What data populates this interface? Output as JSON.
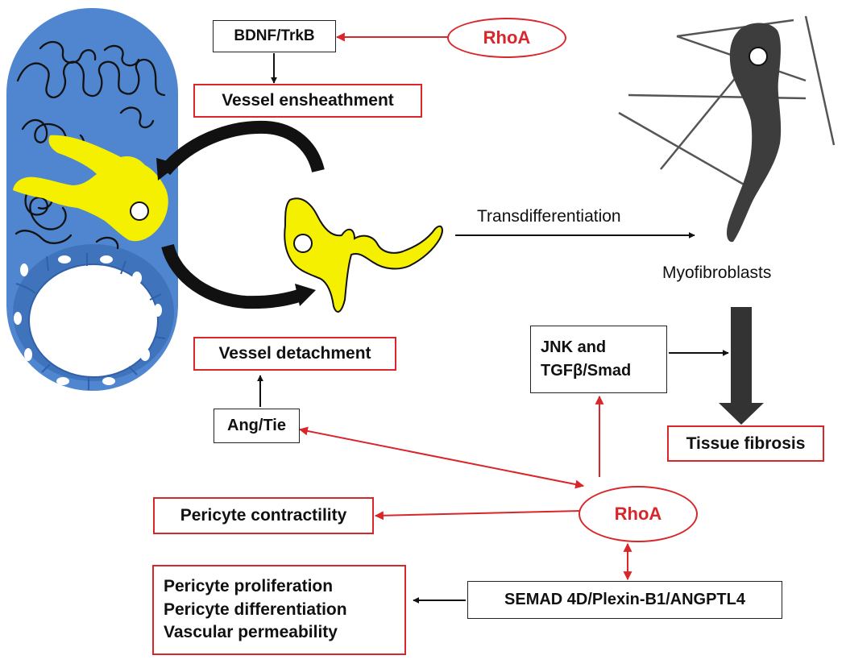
{
  "boxes": {
    "bdnf": "BDNF/TrkB",
    "vessel_ensheathment": "Vessel ensheathment",
    "vessel_detachment": "Vessel detachment",
    "ang_tie": "Ang/Tie",
    "jnk_line1": "JNK and",
    "jnk_line2": "TGFβ/Smad",
    "tissue_fibrosis": "Tissue fibrosis",
    "pericyte_contractility": "Pericyte contractility",
    "outcomes": [
      "Pericyte proliferation",
      "Pericyte differentiation",
      "Vascular permeability"
    ],
    "semad": "SEMAD 4D/Plexin-B1/ANGPTL4"
  },
  "nodes": {
    "rhoa_top": "RhoA",
    "rhoa_center": "RhoA"
  },
  "labels": {
    "transdifferentiation": "Transdifferentiation",
    "myofibroblasts": "Myofibroblasts"
  },
  "colors": {
    "red": "#d9262b",
    "vessel_blue": "#4f86cf",
    "pericyte_yellow": "#f5f000",
    "myofibroblast_gray": "#3d3d3d"
  }
}
